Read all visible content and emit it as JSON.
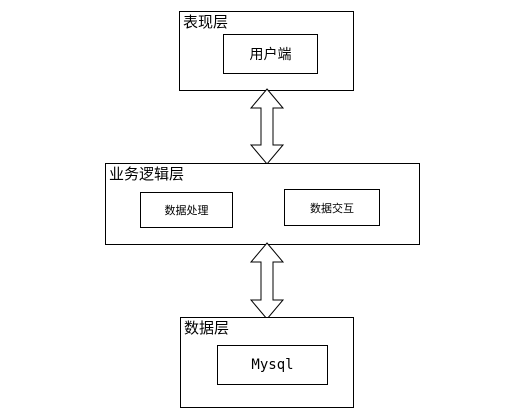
{
  "layers": {
    "presentation": {
      "title": "表现层",
      "component": "用户端"
    },
    "business": {
      "title": "业务逻辑层",
      "components": [
        "数据处理",
        "数据交互"
      ]
    },
    "data": {
      "title": "数据层",
      "component": "Mysql"
    }
  },
  "colors": {
    "line": "#000000",
    "background": "#ffffff"
  },
  "icons": {
    "connectors": [
      "double-arrow-icon",
      "double-arrow-icon"
    ]
  }
}
